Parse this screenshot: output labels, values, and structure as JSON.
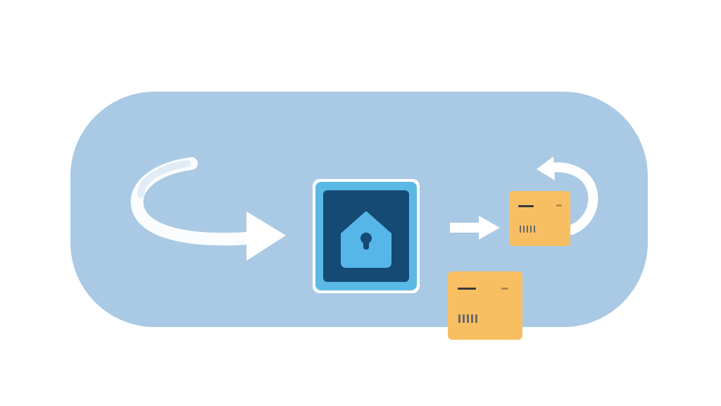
{
  "diagram": {
    "kind": "process-flow",
    "colors": {
      "page_background": "#ffffff",
      "panel": "#a9c9e4",
      "arrow": "#ffffff",
      "lock_box_outer": "#5bb9e6",
      "lock_box_inner": "#154a74",
      "house_icon": "#56b6e8",
      "keyhole": "#154a74",
      "package": "#f8bf62",
      "package_marks": "#5a5a5a"
    },
    "nodes": [
      {
        "id": "curved-entry-arrow",
        "icon": "curved-arrow-right-icon"
      },
      {
        "id": "secure-home-box",
        "icon": "house-lock-icon"
      },
      {
        "id": "short-arrow",
        "icon": "arrow-right-icon"
      },
      {
        "id": "package-primary",
        "icon": "package-icon"
      },
      {
        "id": "return-loop-arrow",
        "icon": "loop-arrow-icon"
      },
      {
        "id": "package-secondary",
        "icon": "package-icon"
      }
    ]
  }
}
